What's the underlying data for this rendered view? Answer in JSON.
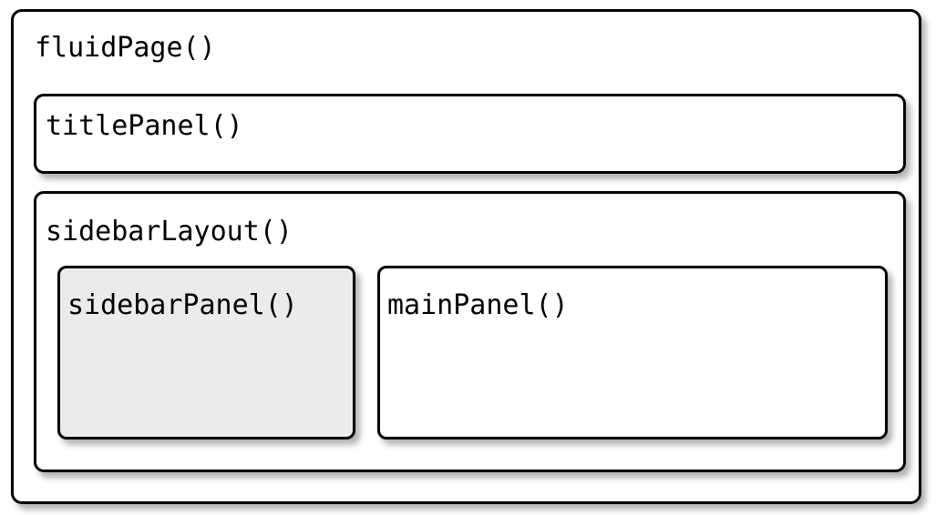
{
  "diagram": {
    "title": "Shiny UI layout nesting diagram",
    "type": "nested-box-hierarchy",
    "background_color": "#ffffff",
    "border_color": "#000000",
    "shadow_color": "rgba(0,0,0,0.30)",
    "boxes": [
      {
        "id": "fluidPage",
        "label": "fluidPage()",
        "level": 0,
        "fill": "#ffffff",
        "parent": null
      },
      {
        "id": "titlePanel",
        "label": "titlePanel()",
        "level": 1,
        "fill": "#ffffff",
        "parent": "fluidPage"
      },
      {
        "id": "sidebarLayout",
        "label": "sidebarLayout()",
        "level": 1,
        "fill": "#ffffff",
        "parent": "fluidPage"
      },
      {
        "id": "sidebarPanel",
        "label": "sidebarPanel()",
        "level": 2,
        "fill": "#ebebeb",
        "parent": "sidebarLayout"
      },
      {
        "id": "mainPanel",
        "label": "mainPanel()",
        "level": 2,
        "fill": "#ffffff",
        "parent": "sidebarLayout"
      }
    ]
  }
}
